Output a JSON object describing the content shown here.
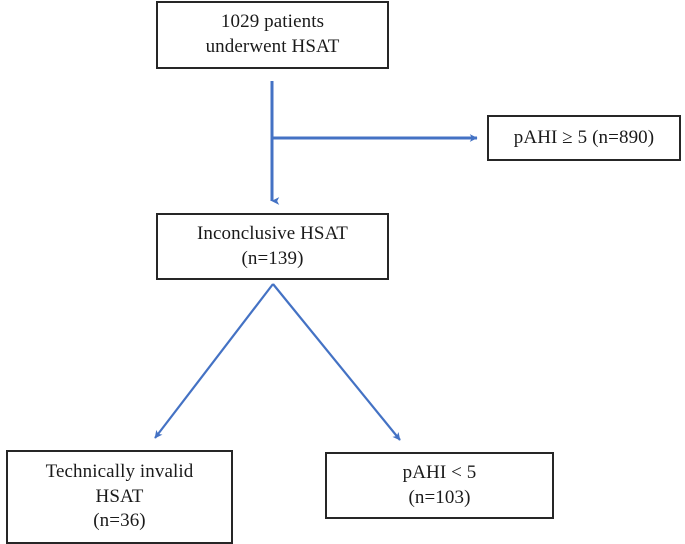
{
  "diagram": {
    "title": "HSAT patient flow diagram",
    "accent_color": "#4472C4",
    "border_color": "#262626",
    "background_color": "#FFFFFF",
    "nodes": {
      "top": {
        "lines": [
          "1029 patients",
          "underwent HSAT"
        ]
      },
      "excluded": {
        "lines": [
          "pAHI ≥ 5 (n=890)"
        ]
      },
      "middle": {
        "lines": [
          "Inconclusive HSAT",
          "(n=139)"
        ]
      },
      "invalid": {
        "lines": [
          "Technically invalid",
          "HSAT",
          "(n=36)"
        ]
      },
      "pahi_low": {
        "lines": [
          "pAHI < 5",
          "(n=103)"
        ]
      }
    },
    "connectors": [
      {
        "name": "top-to-middle",
        "style": "solid-arrow-down"
      },
      {
        "name": "top-to-excluded",
        "style": "solid-arrow-right"
      },
      {
        "name": "middle-to-invalid",
        "style": "solid-arrow-diagonal-left"
      },
      {
        "name": "middle-to-pahi-low",
        "style": "solid-arrow-diagonal-right"
      }
    ]
  }
}
